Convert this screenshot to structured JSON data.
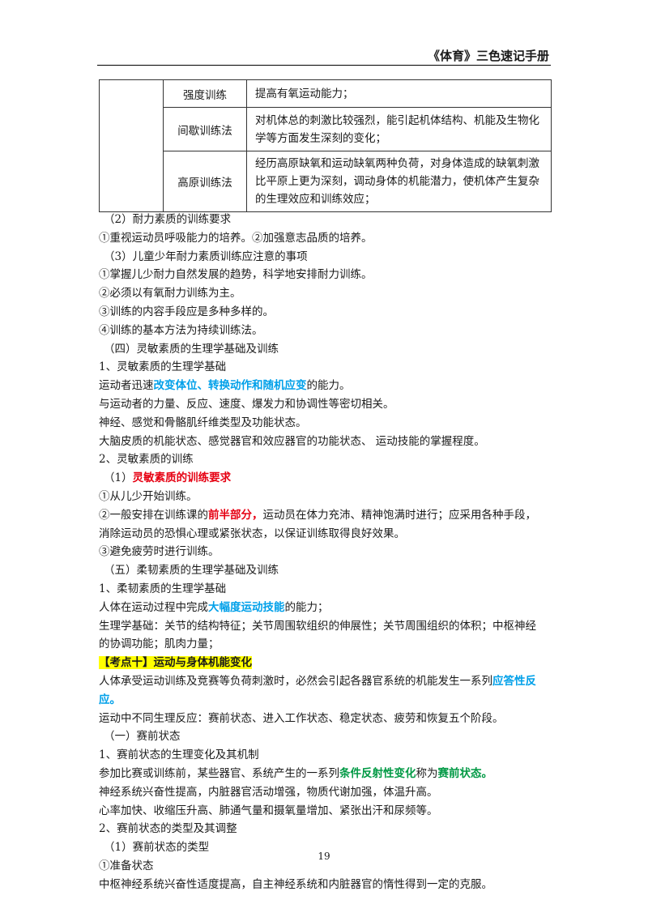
{
  "header": {
    "title": "《体育》三色速记手册"
  },
  "table": [
    {
      "method": "强度训练",
      "desc": "提高有氧运动能力；"
    },
    {
      "method": "间歇训练法",
      "desc": "对机体总的刺激比较强烈，能引起机体结构、机能及生物化学等方面发生深刻的变化；"
    },
    {
      "method": "高原训练法",
      "desc": "经历高原缺氧和运动缺氧两种负荷，对身体造成的缺氧刺激比平原上更为深刻，调动身体的机能潜力，使机体产生复杂的生理效应和训练效应；"
    }
  ],
  "content": {
    "l1": "（2）耐力素质的训练要求",
    "l2": "①重视运动员呼吸能力的培养。②加强意志品质的培养。",
    "l3": "（3）儿童少年耐力素质训练应注意的事项",
    "l4": "①掌握儿少耐力自然发展的趋势，科学地安排耐力训练。",
    "l5": "②必须以有氧耐力训练为主。",
    "l6": "③训练的内容手段应是多种多样的。",
    "l7": "④训练的基本方法为持续训练法。",
    "l8": "（四）灵敏素质的生理学基础及训练",
    "l9": "1、灵敏素质的生理学基础",
    "l10a": "运动者迅速",
    "l10b": "改变体位、转换动作和随机应变",
    "l10c": "的能力。",
    "l11": "与运动者的力量、反应、速度、爆发力和协调性等密切相关。",
    "l12": "神经、感觉和骨骼肌纤维类型及功能状态。",
    "l13": "大脑皮质的机能状态、感觉器官和效应器官的功能状态、   运动技能的掌握程度。",
    "l14": "2、灵敏素质的训练",
    "l15a": "（1）",
    "l15b": "灵敏素质的训练要求",
    "l16": "①从儿少开始训练。",
    "l17a": "②一般安排在训练课的",
    "l17b": "前半部分，",
    "l17c": "运动员在体力充沛、精神饱满时进行；应采用各种手段，",
    "l18": "消除运动员的恐惧心理或紧张状态，以保证训练取得良好效果。",
    "l19": "③避免疲劳时进行训练。",
    "l20": "（五）柔韧素质的生理学基础及训练",
    "l21": "1、柔韧素质的生理学基础",
    "l22a": "人体在运动过程中完成",
    "l22b": "大幅度运动技能",
    "l22c": "的能力；",
    "l23": "生理学基础：关节的结构特征；关节周围软组织的伸展性；关节周围组织的体积；中枢神经",
    "l24": "的协调功能；肌肉力量；",
    "l25": "【考点十】运动与身体机能变化",
    "l26a": "人体承受运动训练及竞赛等负荷刺激时，必然会引起各器官系统的机能发生一系列",
    "l26b": "应答性反",
    "l27": "应。",
    "l28": "运动中不同生理反应：赛前状态、进入工作状态、稳定状态、疲劳和恢复五个阶段。",
    "l29": "（一）赛前状态",
    "l30": "1、赛前状态的生理变化及其机制",
    "l31a": "参加比赛或训练前，某些器官、系统产生的一系列",
    "l31b": "条件反射性变化",
    "l31c": "称为",
    "l31d": "赛前状态。",
    "l32": "神经系统兴奋性提高，内脏器官活动增强，物质代谢加强，体温升高。",
    "l33": "心率加快、收缩压升高、肺通气量和摄氧量增加、紧张出汗和尿频等。",
    "l34": "2、赛前状态的类型及其调整",
    "l35": "（1）赛前状态的类型",
    "l36": "①准备状态",
    "l37": "中枢神经系统兴奋性适度提高，自主神经系统和内脏器官的惰性得到一定的克服。"
  },
  "footer": {
    "page_number": "19"
  }
}
